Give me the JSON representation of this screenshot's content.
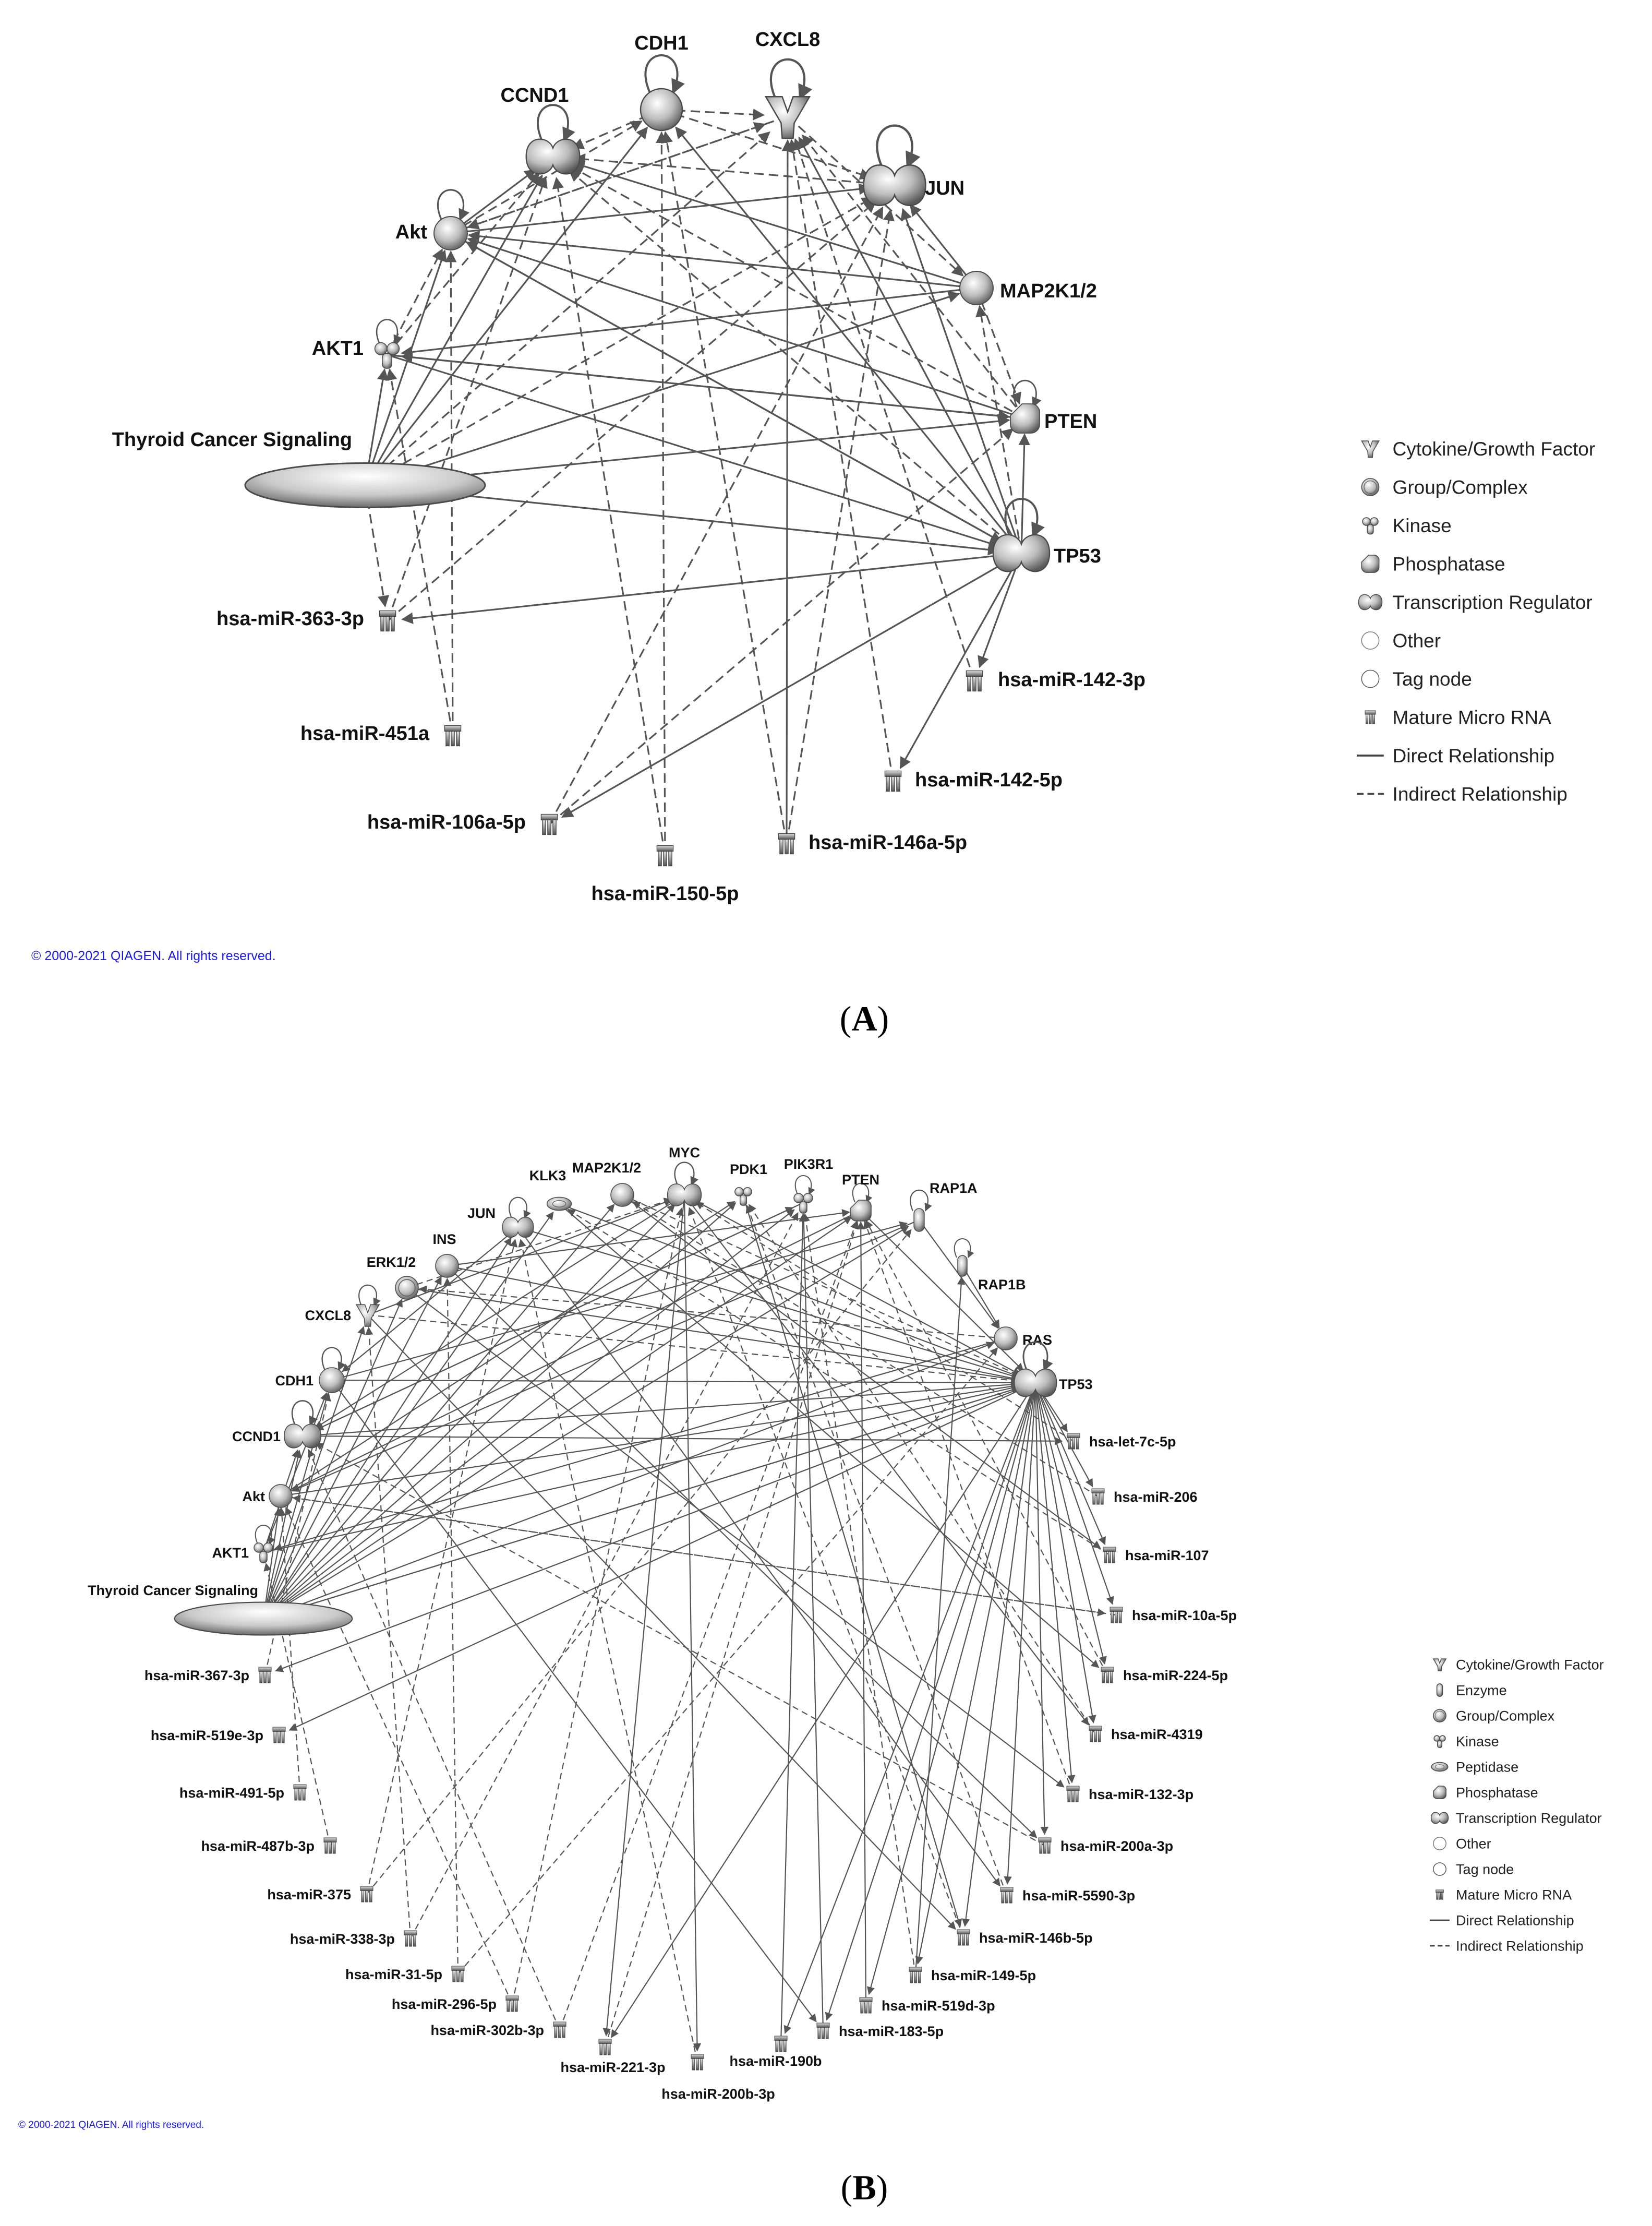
{
  "panel_a": {
    "panel_label": "A",
    "copyright": "© 2000-2021 QIAGEN. All rights reserved.",
    "nodes": {
      "cdh1": "CDH1",
      "cxcl8": "CXCL8",
      "ccnd1": "CCND1",
      "jun": "JUN",
      "akt": "Akt",
      "map2k12": "MAP2K1/2",
      "akt1": "AKT1",
      "pten": "PTEN",
      "thyroid": "Thyroid Cancer Signaling",
      "tp53": "TP53",
      "mir363": "hsa-miR-363-3p",
      "mir142_3p": "hsa-miR-142-3p",
      "mir451a": "hsa-miR-451a",
      "mir142_5p": "hsa-miR-142-5p",
      "mir106a": "hsa-miR-106a-5p",
      "mir146a": "hsa-miR-146a-5p",
      "mir150": "hsa-miR-150-5p"
    },
    "legend": [
      {
        "icon": "cytokine-icon",
        "label": "Cytokine/Growth Factor"
      },
      {
        "icon": "group-complex-icon",
        "label": "Group/Complex"
      },
      {
        "icon": "kinase-icon",
        "label": "Kinase"
      },
      {
        "icon": "phosphatase-icon",
        "label": "Phosphatase"
      },
      {
        "icon": "transcription-regulator-icon",
        "label": "Transcription Regulator"
      },
      {
        "icon": "other-icon",
        "label": "Other"
      },
      {
        "icon": "tag-node-icon",
        "label": "Tag node"
      },
      {
        "icon": "mature-microrna-icon",
        "label": "Mature Micro RNA"
      },
      {
        "icon": "direct-relationship-line",
        "label": "Direct Relationship"
      },
      {
        "icon": "indirect-relationship-line",
        "label": "Indirect Relationship"
      }
    ]
  },
  "panel_b": {
    "panel_label": "B",
    "copyright": "© 2000-2021 QIAGEN. All rights reserved.",
    "nodes": {
      "myc": "MYC",
      "map2k12": "MAP2K1/2",
      "pdk1": "PDK1",
      "pik3r1": "PIK3R1",
      "klk3": "KLK3",
      "pten": "PTEN",
      "jun": "JUN",
      "rap1a": "RAP1A",
      "ins": "INS",
      "erk12": "ERK1/2",
      "rap1b": "RAP1B",
      "cxcl8": "CXCL8",
      "ras": "RAS",
      "cdh1": "CDH1",
      "tp53": "TP53",
      "ccnd1": "CCND1",
      "akt": "Akt",
      "akt1": "AKT1",
      "thyroid": "Thyroid Cancer Signaling",
      "let7c": "hsa-let-7c-5p",
      "mir206": "hsa-miR-206",
      "mir107": "hsa-miR-107",
      "mir10a": "hsa-miR-10a-5p",
      "mir224": "hsa-miR-224-5p",
      "mir4319": "hsa-miR-4319",
      "mir132": "hsa-miR-132-3p",
      "mir200a": "hsa-miR-200a-3p",
      "mir5590": "hsa-miR-5590-3p",
      "mir146b": "hsa-miR-146b-5p",
      "mir149": "hsa-miR-149-5p",
      "mir519d": "hsa-miR-519d-3p",
      "mir183": "hsa-miR-183-5p",
      "mir190b": "hsa-miR-190b",
      "mir200b": "hsa-miR-200b-3p",
      "mir221": "hsa-miR-221-3p",
      "mir302b": "hsa-miR-302b-3p",
      "mir296": "hsa-miR-296-5p",
      "mir31": "hsa-miR-31-5p",
      "mir338": "hsa-miR-338-3p",
      "mir375": "hsa-miR-375",
      "mir487b": "hsa-miR-487b-3p",
      "mir491": "hsa-miR-491-5p",
      "mir519e": "hsa-miR-519e-3p",
      "mir367": "hsa-miR-367-3p"
    },
    "legend": [
      {
        "icon": "cytokine-icon",
        "label": "Cytokine/Growth Factor"
      },
      {
        "icon": "enzyme-icon",
        "label": "Enzyme"
      },
      {
        "icon": "group-complex-icon",
        "label": "Group/Complex"
      },
      {
        "icon": "kinase-icon",
        "label": "Kinase"
      },
      {
        "icon": "peptidase-icon",
        "label": "Peptidase"
      },
      {
        "icon": "phosphatase-icon",
        "label": "Phosphatase"
      },
      {
        "icon": "transcription-regulator-icon",
        "label": "Transcription Regulator"
      },
      {
        "icon": "other-icon",
        "label": "Other"
      },
      {
        "icon": "tag-node-icon",
        "label": "Tag node"
      },
      {
        "icon": "mature-microrna-icon",
        "label": "Mature Micro RNA"
      },
      {
        "icon": "direct-relationship-line",
        "label": "Direct Relationship"
      },
      {
        "icon": "indirect-relationship-line",
        "label": "Indirect Relationship"
      }
    ]
  }
}
